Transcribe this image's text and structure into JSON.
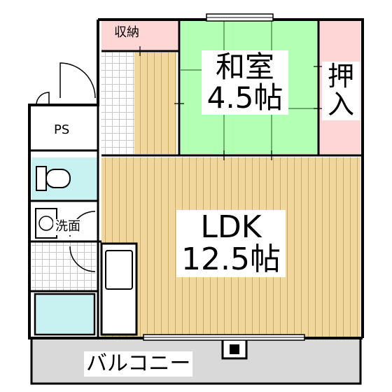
{
  "rooms": {
    "washitsu": {
      "name": "和室",
      "size": "4.5帖",
      "color": "#b3ffb3"
    },
    "ldk": {
      "name": "LDK",
      "size": "12.5帖",
      "color": "#f2d79c"
    },
    "oshiire": {
      "name": "押入",
      "color": "#ffd6d6"
    },
    "storage": {
      "name": "収納",
      "color": "#ffd6d6"
    },
    "ps": {
      "name": "PS"
    },
    "washroom": {
      "name": "洗面"
    },
    "balcony": {
      "name": "バルコニー",
      "color": "#d9d9d9"
    },
    "toilet": {
      "color": "#c8f2f2"
    },
    "bath": {
      "color": "#c8f2f2"
    }
  }
}
